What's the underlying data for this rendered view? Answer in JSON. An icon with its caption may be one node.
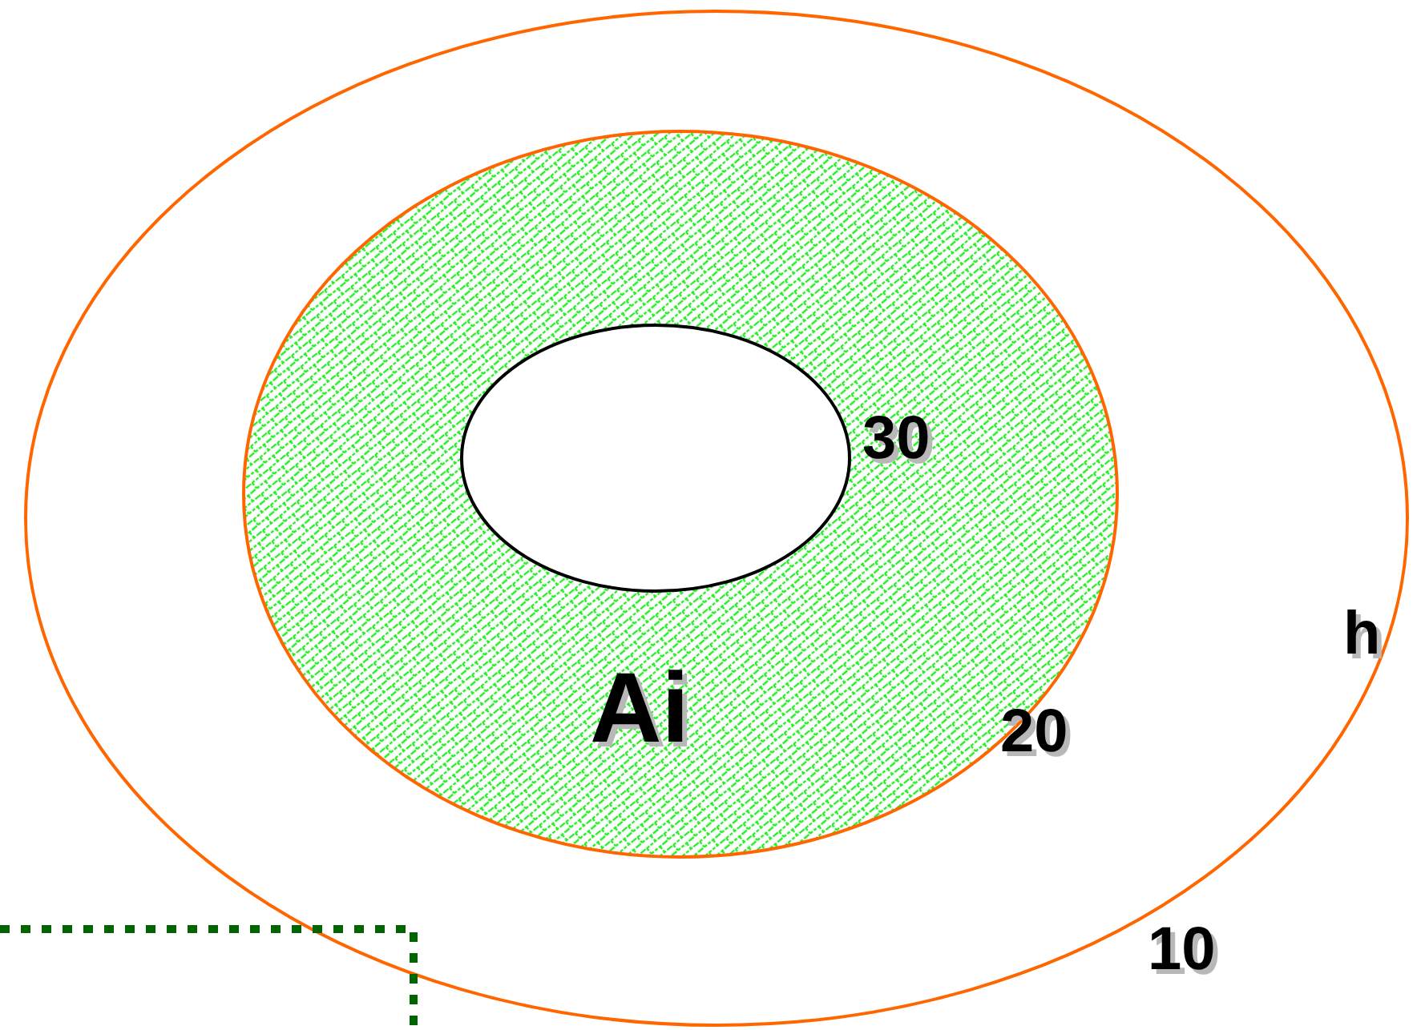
{
  "diagram": {
    "nodes": [
      {
        "text": [
          "h",
          "10"
        ]
      },
      {
        "text": [
          "Ai",
          "20"
        ],
        "in": 0
      },
      {
        "text": [],
        "shape": "ellipse",
        "in": 1,
        "beside": [
          "30"
        ]
      }
    ]
  }
}
